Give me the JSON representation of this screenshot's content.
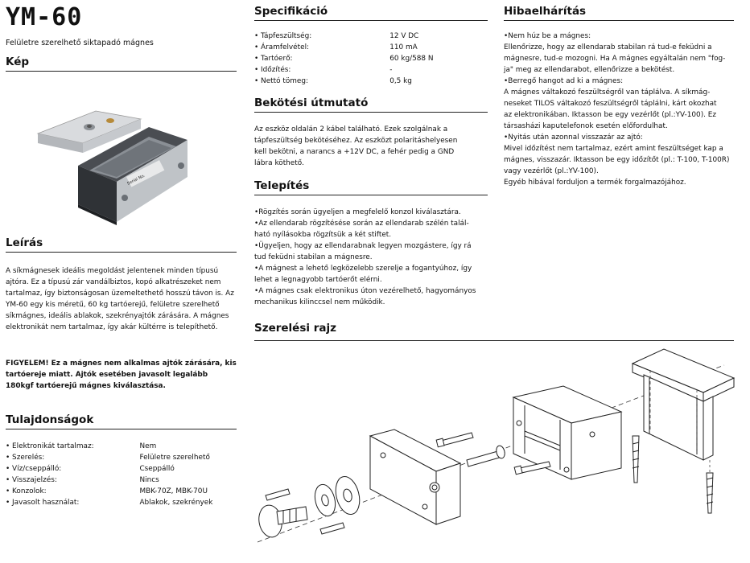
{
  "title": "YM-60",
  "subtitle": "Felületre szerelhető siktapadó mágnes",
  "kep": {
    "heading": "Kép",
    "label": "Serial No."
  },
  "leiras": {
    "heading": "Leírás",
    "text": "A síkmágnesek ideális megoldást jelentenek minden típusú ajtóra. Ez a típusú zár vandálbiztos, kopó alkatrészeket nem tartalmaz, így biztonságosan üzemeltethető hosszú távon is. Az YM-60 egy kis méretű, 60 kg tartóerejű, felületre szerelhető síkmágnes, ideális ablakok, szekrényajtók zárására. A mágnes elektronikát nem tartalmaz, így akár kültérre is telepíthető.",
    "warning": "FIGYELEM! Ez a mágnes nem alkalmas ajtók zárására, kis tartóereje miatt. Ajtók esetében javasolt legalább 180kgf tartóerejű mágnes kiválasztása."
  },
  "tulajdonsagok": {
    "heading": "Tulajdonságok",
    "rows": [
      {
        "k": "• Elektronikát tartalmaz:",
        "v": "Nem"
      },
      {
        "k": "• Szerelés:",
        "v": "Felületre szerelhető"
      },
      {
        "k": "• Víz/cseppálló:",
        "v": "Cseppálló"
      },
      {
        "k": "• Visszajelzés:",
        "v": "Nincs"
      },
      {
        "k": "• Konzolok:",
        "v": "MBK-70Z, MBK-70U"
      },
      {
        "k": "• Javasolt használat:",
        "v": "Ablakok, szekrények"
      }
    ]
  },
  "specifikacio": {
    "heading": "Specifikáció",
    "rows": [
      {
        "k": "• Tápfeszültség:",
        "v": "12 V DC"
      },
      {
        "k": "• Áramfelvétel:",
        "v": "110 mA"
      },
      {
        "k": "• Tartóerő:",
        "v": "60 kg/588 N"
      },
      {
        "k": "• Időzítés:",
        "v": "-"
      },
      {
        "k": "• Nettó tömeg:",
        "v": "0,5 kg"
      }
    ]
  },
  "bekotesi": {
    "heading": "Bekötési útmutató",
    "text": "Az eszköz oldalán 2 kábel található. Ezek szolgálnak a tápfeszültség bekötéséhez. Az eszközt polaritáshelyesen kell bekötni, a narancs a +12V DC, a fehér pedig a GND lábra köthető."
  },
  "telepites": {
    "heading": "Telepítés",
    "lines": [
      "•Rögzítés során ügyeljen a megfelelő konzol kiválasztára.",
      "•Az ellendarab rögzítésése során az ellendarab szélén talál-",
      "ható nyílásokba rögzítsük a két stiftet.",
      "•Ügyeljen, hogy az ellendarabnak legyen mozgástere, így rá",
      "tud feküdni stabilan a mágnesre.",
      " •A mágnest a lehető legközelebb szerelje a fogantyúhoz, így",
      "lehet a legnagyobb tartóerőt elérni.",
      "•A mágnes csak elektronikus úton vezérelhető, hagyományos",
      "mechanikus kilinccsel nem működik."
    ]
  },
  "szerelesi": {
    "heading": "Szerelési rajz"
  },
  "hibaelharitas": {
    "heading": "Hibaelhárítás",
    "lines": [
      "•Nem húz be a mágnes:",
      "Ellenőrizze, hogy az ellendarab stabilan rá tud-e feküdni a",
      "mágnesre, tud-e mozogni. Ha A mágnes egyáltalán nem \"fog-",
      "ja\" meg az ellendarabot, ellenőrizze a bekötést.",
      "•Berregő hangot ad ki a mágnes:",
      "A mágnes váltakozó feszültségről van táplálva. A síkmág-",
      "neseket TILOS váltakozó feszültségről táplálni, kárt okozhat",
      "az elektronikában. Iktasson be egy vezérlőt (pl.:YV-100). Ez",
      "társasházi kaputelefonok esetén előfordulhat.",
      "•Nyitás után azonnal visszazár az ajtó:",
      "Mivel időzítést nem tartalmaz, ezért amint feszültséget kap a",
      "mágnes, visszazár. Iktasson be egy időzítőt (pl.: T-100, T-100R)",
      "vagy vezérlőt (pl.:YV-100).",
      "Egyéb hibával forduljon a termék forgalmazójához."
    ]
  }
}
